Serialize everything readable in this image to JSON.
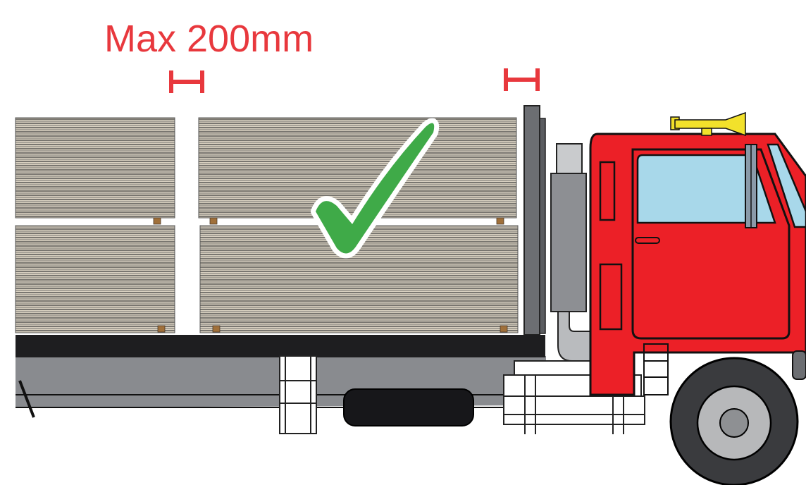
{
  "annotation": {
    "max_gap_label": "Max 200mm"
  },
  "colors": {
    "accent_red": "#e8383d",
    "cab_red": "#ec2027",
    "board_fill": "#d8d0c0",
    "board_line": "#3a3a3a",
    "checkmark_green": "#3faa48",
    "window_blue": "#a8d8ea",
    "chassis_gray": "#898b8f",
    "deck_black": "#1e1e20",
    "horn_yellow": "#f2e12b"
  },
  "icons": {
    "gap_indicators": "red-h-bracket",
    "approval": "green-checkmark"
  }
}
